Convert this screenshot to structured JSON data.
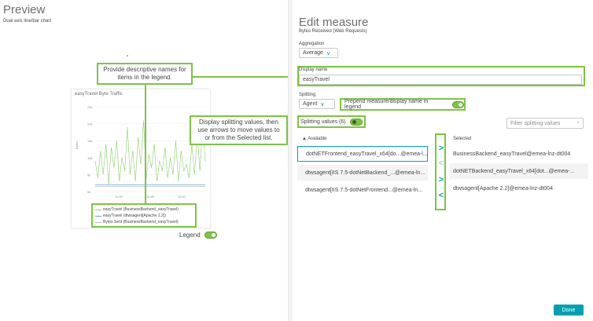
{
  "preview": {
    "title": "Preview",
    "subtitle": "Dual axis line/bar chart",
    "legend_label": "Legend"
  },
  "chart_data": {
    "type": "line",
    "title": "easyTravel Byte Traffic",
    "ylabel": "Bytes",
    "y_ticks": [
      "25k",
      "20k",
      "15k",
      "10k",
      "5k",
      "0k"
    ],
    "x_ticks": [
      "11:30",
      "10:45",
      "11:00"
    ],
    "ylim": [
      0,
      25
    ],
    "series": [
      {
        "name": "easyTravel (BusinessBackend_easyTravel)",
        "color": "#8ad26a",
        "values": [
          9,
          4,
          12,
          5,
          14,
          2,
          13,
          7,
          15,
          3,
          10,
          6,
          19,
          5,
          12,
          3,
          16,
          8,
          21,
          4,
          11,
          7,
          14,
          3,
          9,
          6,
          13,
          4,
          10,
          5,
          15,
          3,
          12,
          6,
          8,
          4,
          14,
          5,
          17,
          6,
          20,
          9
        ]
      },
      {
        "name": "easyTravel (dtwsagent[Apache 2.2])",
        "color": "#6aa8e0",
        "values": [
          2,
          2,
          2,
          2,
          2,
          2,
          2,
          2,
          2,
          2,
          2,
          2,
          2,
          2,
          2,
          2,
          2,
          2,
          2,
          2,
          2,
          2,
          2,
          2,
          2,
          2,
          2,
          2,
          2,
          2,
          2,
          2,
          2,
          2,
          2,
          2,
          2,
          2,
          2,
          2,
          2,
          2
        ]
      },
      {
        "name": "Bytes Sent (BusinessBackend_easyTravel)",
        "color": "#bbbbbb",
        "values": [
          1.5,
          1.5,
          1.5,
          1.5,
          1.5,
          1.5,
          1.5,
          1.5,
          1.5,
          1.5,
          1.5,
          1.5,
          1.5,
          1.5,
          1.5,
          1.5,
          1.5,
          1.5,
          1.5,
          1.5,
          1.5,
          1.5,
          1.5,
          1.5,
          1.5,
          1.5,
          1.5,
          1.5,
          1.5,
          1.5,
          1.5,
          1.5,
          1.5,
          1.5,
          1.5,
          1.5,
          1.5,
          1.5,
          1.5,
          1.5,
          1.5,
          1.5
        ]
      }
    ]
  },
  "edit": {
    "title": "Edit measure",
    "subtitle": "Bytes Received (Web Requests)",
    "aggregation_label": "Aggregation",
    "aggregation_value": "Average",
    "display_name_label": "Display name",
    "display_name_value": "easyTravel",
    "splitting_label": "Splitting",
    "splitting_value": "Agent",
    "prepend_label": "Prepend measure/display name in legend",
    "splitting_values_label": "Splitting values (6)",
    "filter_placeholder": "Filter splitting values",
    "available_header": "▲ Available",
    "selected_header": "Selected",
    "available": [
      "dotNETFrontend_easyTravel_x64[do...@emea-l...",
      "dtwsagent[IIS 7.5-dotNetBackend_...@emea-ln...",
      "dtwsagent[IIS 7.5-dotNetFrontend...@emea-ln..."
    ],
    "selected": [
      "BusinessBackend_easyTravel@emea-lnz-dt004",
      "dotNETBackend_easyTravel_x64[dot...@emea-...",
      "dtwsagent[Apache 2.2]@emea-lnz-dt004"
    ],
    "done_label": "Done"
  },
  "callouts": {
    "legend_names": "Provide descriptive names for items in the legend.",
    "splitting": "Display splitting values, then use arrows to move values to or from the Selected list."
  },
  "colors": {
    "accent": "#7dc540",
    "teal": "#00a1b2"
  }
}
